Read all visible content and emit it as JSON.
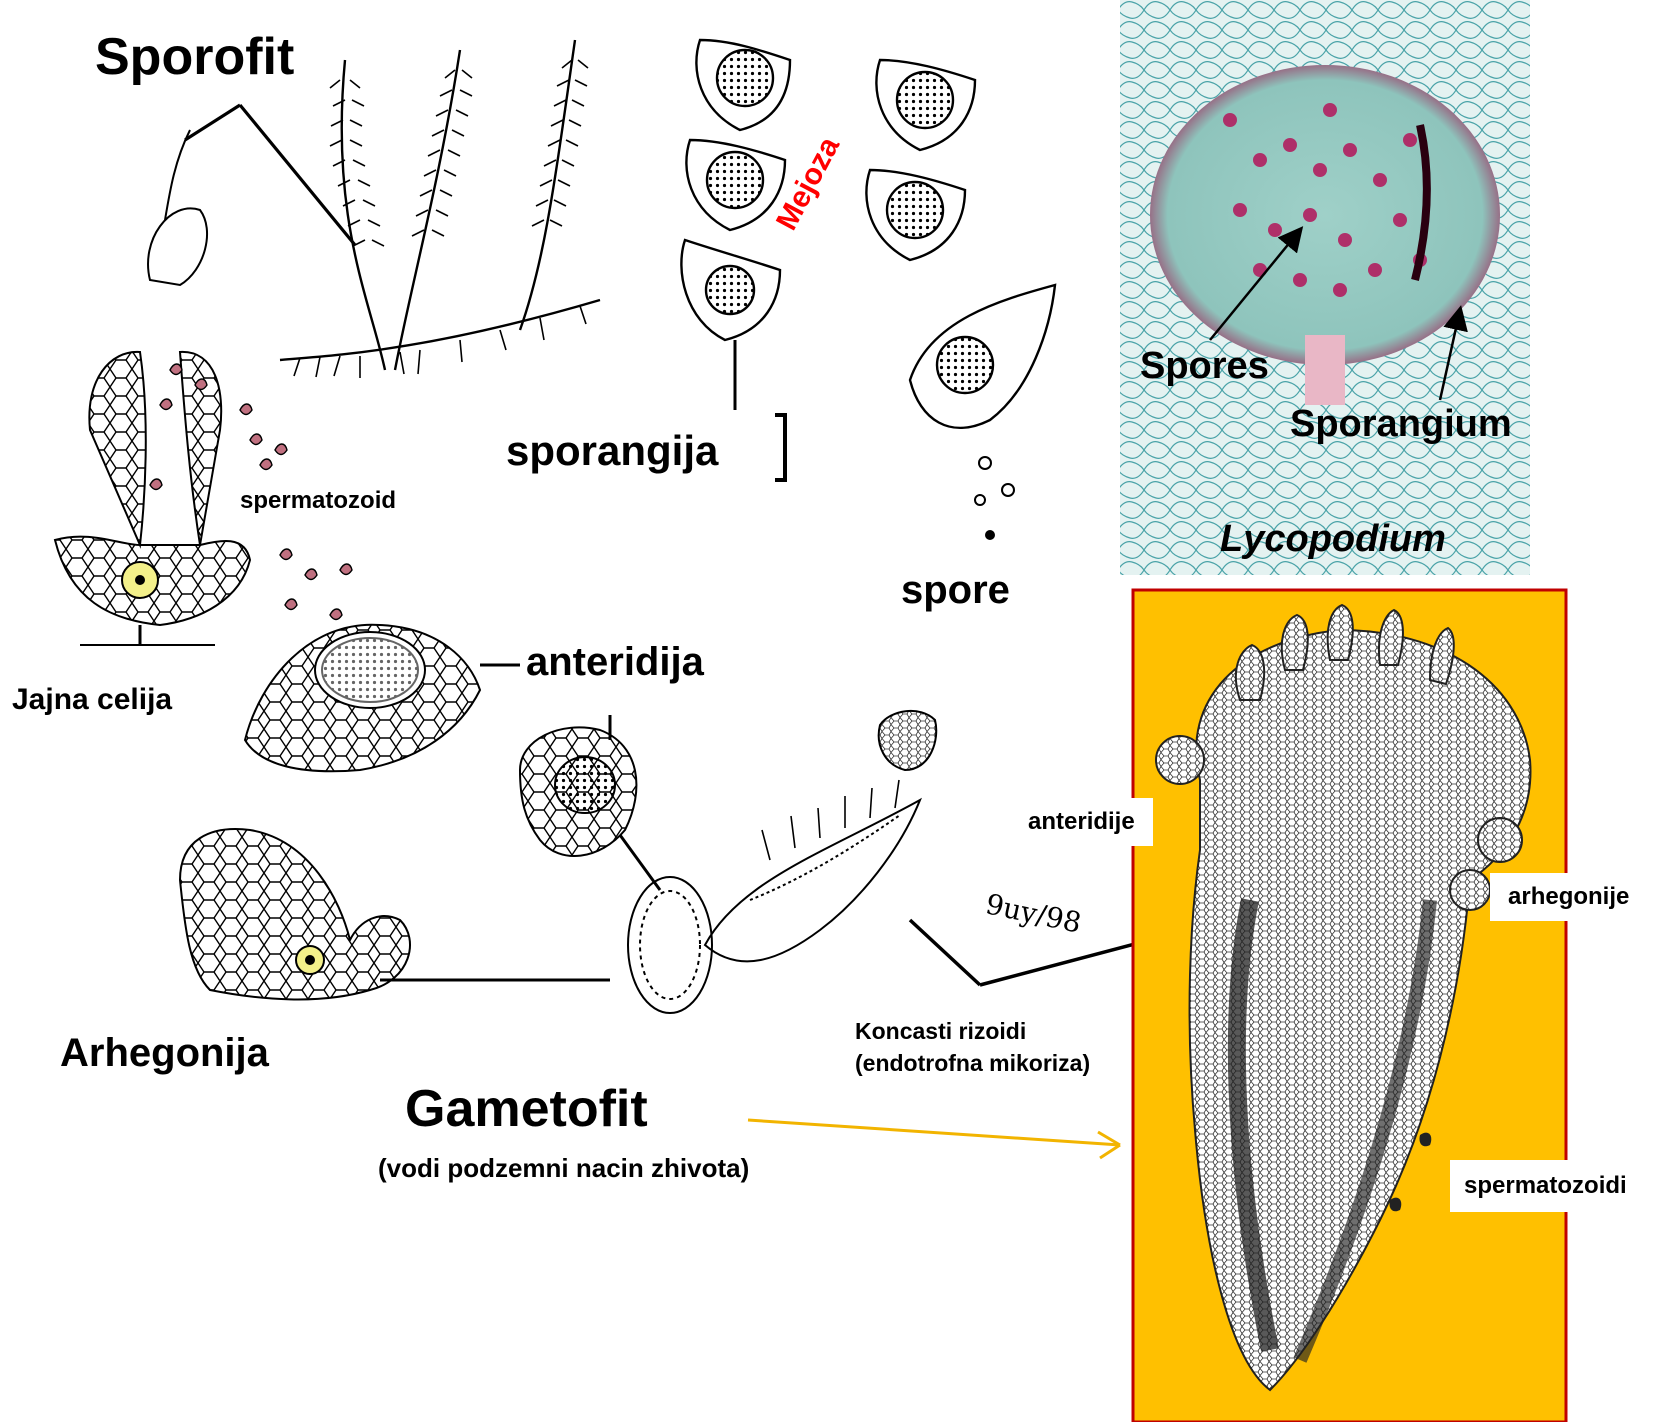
{
  "labels": {
    "sporofit": "Sporofit",
    "mejoza": "Mejoza",
    "sporangija": "sporangija",
    "spermatozoid": "spermatozoid",
    "spore": "spore",
    "anteridija": "anteridija",
    "jajna_celija": "Jajna celija",
    "arhegonija": "Arhegonija",
    "gametofit": "Gametofit",
    "gametofit_note": "(vodi podzemni nacin zhivota)",
    "koncasti_rizoidi_1": "Koncasti rizoidi",
    "koncasti_rizoidi_2": "(endotrofna mikoriza)",
    "signature": "9uy/98"
  },
  "micrograph": {
    "spores": "Spores",
    "sporangium": "Sporangium",
    "genus": "Lycopodium"
  },
  "gametophyte_panel": {
    "anteridije": "anteridije",
    "arhegonije": "arhegonije",
    "spermatozoidi": "spermatozoidi"
  },
  "colors": {
    "mejoza": "#ff0000",
    "panel_bg": "#ffc000",
    "panel_border": "#c00000",
    "arrow": "#f2b400",
    "egg_cell": "#f3f08a",
    "spore_fill": "#b3155a",
    "micro_bg": "#cfe8e6"
  }
}
